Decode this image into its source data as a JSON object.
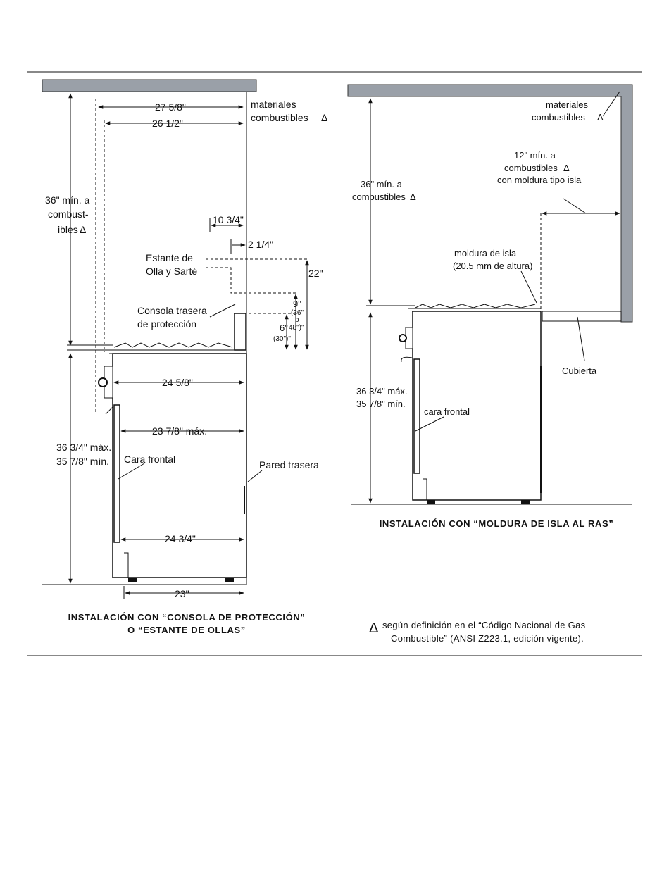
{
  "left": {
    "combustibles": [
      "materiales",
      "combustibles"
    ],
    "dim_27_5_8": "27 5/8\"",
    "dim_26_1_2": "26 1/2\"",
    "top_clearance": [
      "36\" mín. a",
      "combust-",
      "ibles"
    ],
    "dim_10_3_4": "10 3/4\"",
    "dim_2_1_4": "2 1/4\"",
    "shelf_label": [
      "Estante de",
      "Olla y Sarté"
    ],
    "dim_22": "22\"",
    "dim_9": "9\"",
    "alt_36_48": [
      "(36\"",
      "o",
      "48\")\""
    ],
    "dim_6": "6\"",
    "alt_30": "(30\")\"",
    "console_label": [
      "Consola trasera",
      "de protección"
    ],
    "dim_24_5_8": "24 5/8\"",
    "dim_23_7_8": "23 7/8\" máx.",
    "height": [
      "36 3/4\" máx.",
      "35 7/8\" mín."
    ],
    "front_face": "Cara frontal",
    "back_wall": "Pared trasera",
    "dim_24_3_4": "24 3/4\"",
    "dim_23": "23\"",
    "caption": [
      "INSTALACIÓN CON “CONSOLA DE PROTECCIÓN”",
      "O “ESTANTE DE OLLAS”"
    ]
  },
  "right": {
    "combustibles": [
      "materiales",
      "combustibles"
    ],
    "side_clearance": [
      "12\" mín. a",
      "combustibles",
      "con moldura tipo isla"
    ],
    "top_clearance": [
      "36\" mín. a",
      "combustibles"
    ],
    "trim_label": [
      "moldura de isla",
      "(20.5 mm de altura)"
    ],
    "counter": "Cubierta",
    "height": [
      "36 3/4\" máx.",
      "35 7/8\" mín."
    ],
    "front_face": "cara frontal",
    "caption": "INSTALACIÓN CON “MOLDURA DE ISLA AL RAS”"
  },
  "footnote": {
    "symbol": "Δ",
    "lines": [
      "según definición en el “Código Nacional de Gas",
      "Combustible” (ANSI Z223.1, edición vigente)."
    ]
  }
}
